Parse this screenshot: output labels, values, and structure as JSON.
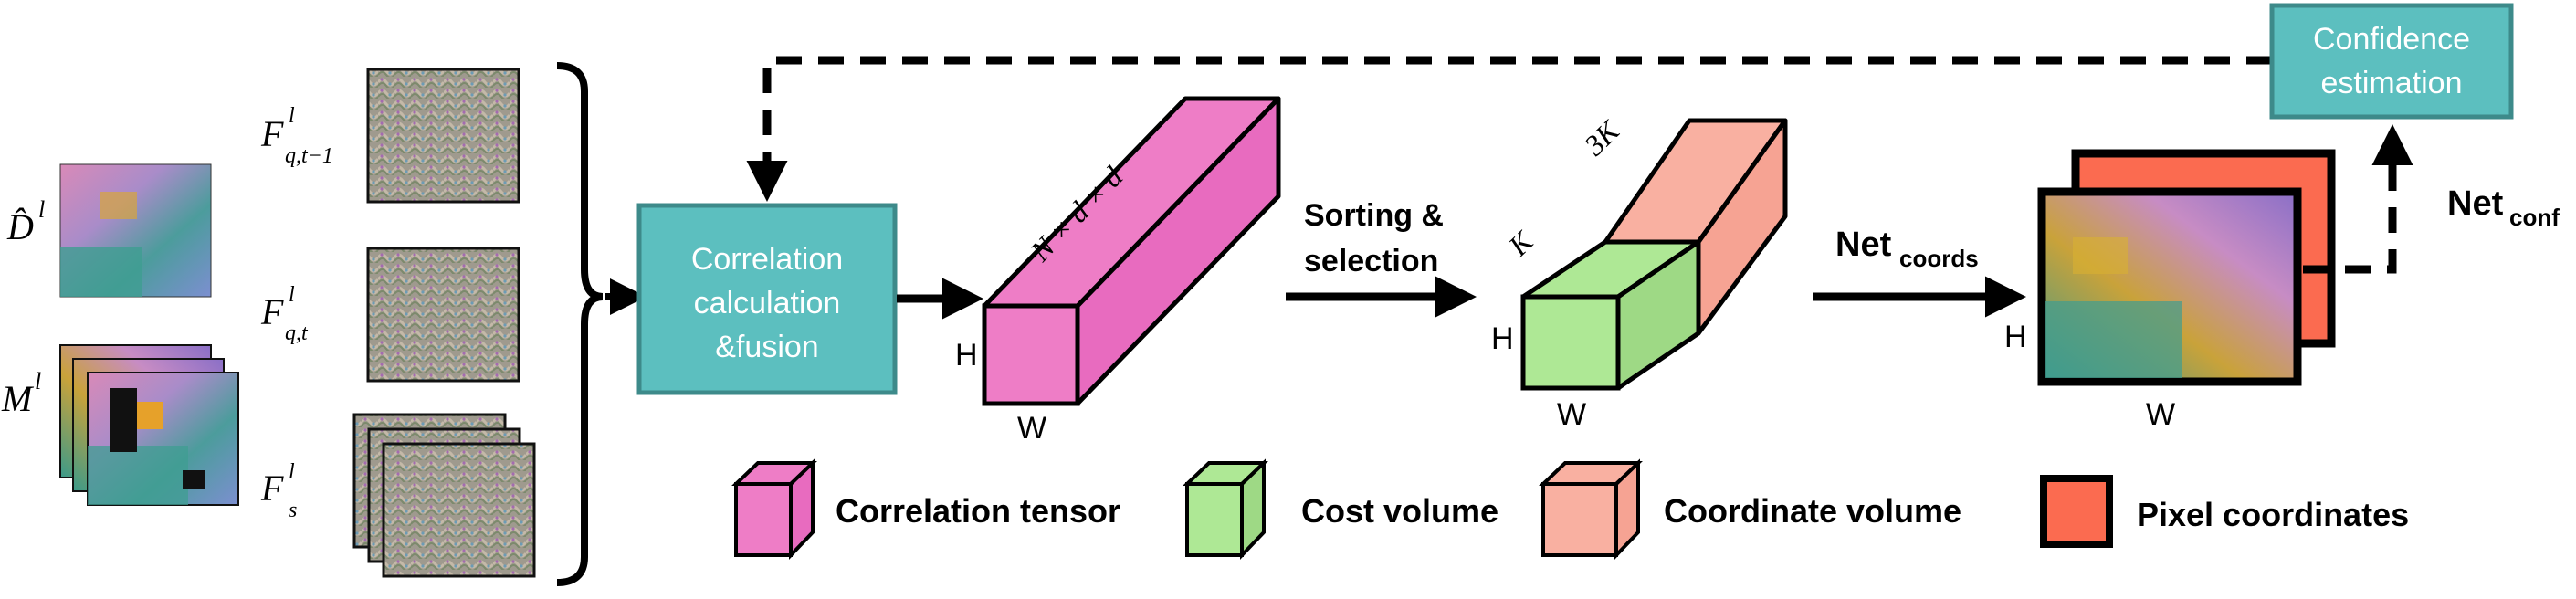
{
  "inputs": {
    "depth_symbol": "D̂",
    "depth_sup": "l",
    "mask_symbol": "M",
    "mask_sup": "l",
    "feat_prev_symbol": "F",
    "feat_prev_sup": "l",
    "feat_prev_sub": "q,t−1",
    "feat_cur_symbol": "F",
    "feat_cur_sup": "l",
    "feat_cur_sub": "q,t",
    "feat_src_symbol": "F",
    "feat_src_sup": "l",
    "feat_src_sub": "s"
  },
  "blocks": {
    "correlation_line1": "Correlation",
    "correlation_line2": "calculation",
    "correlation_line3": "&fusion",
    "confidence_line1": "Confidence",
    "confidence_line2": "estimation"
  },
  "tensors": {
    "corr_depth_label": "N × d × d",
    "corr_h": "H",
    "corr_w": "W",
    "cost_k": "K",
    "coord_3k": "3K",
    "cost_h": "H",
    "cost_w": "W",
    "out_h": "H",
    "out_w": "W"
  },
  "arrows": {
    "sorting_line1": "Sorting &",
    "sorting_line2": "selection",
    "net_coords": "Net",
    "net_coords_sub": "coords",
    "net_conf": "Net",
    "net_conf_sub": "conf"
  },
  "legend": {
    "items": [
      {
        "label": "Correlation tensor",
        "color": "#ee7dc6"
      },
      {
        "label": "Cost volume",
        "color": "#aee895"
      },
      {
        "label": "Coordinate volume",
        "color": "#f9b0a1"
      },
      {
        "label": "Pixel coordinates",
        "color": "#fb6b50"
      }
    ]
  },
  "colors": {
    "block_fill": "#5cbfbf",
    "block_stroke": "#3d8a8a",
    "pink": "#ee7dc6",
    "pink_side": "#e86bbf",
    "green": "#aee895",
    "salmon": "#f9b0a1",
    "red": "#fb6b50"
  }
}
